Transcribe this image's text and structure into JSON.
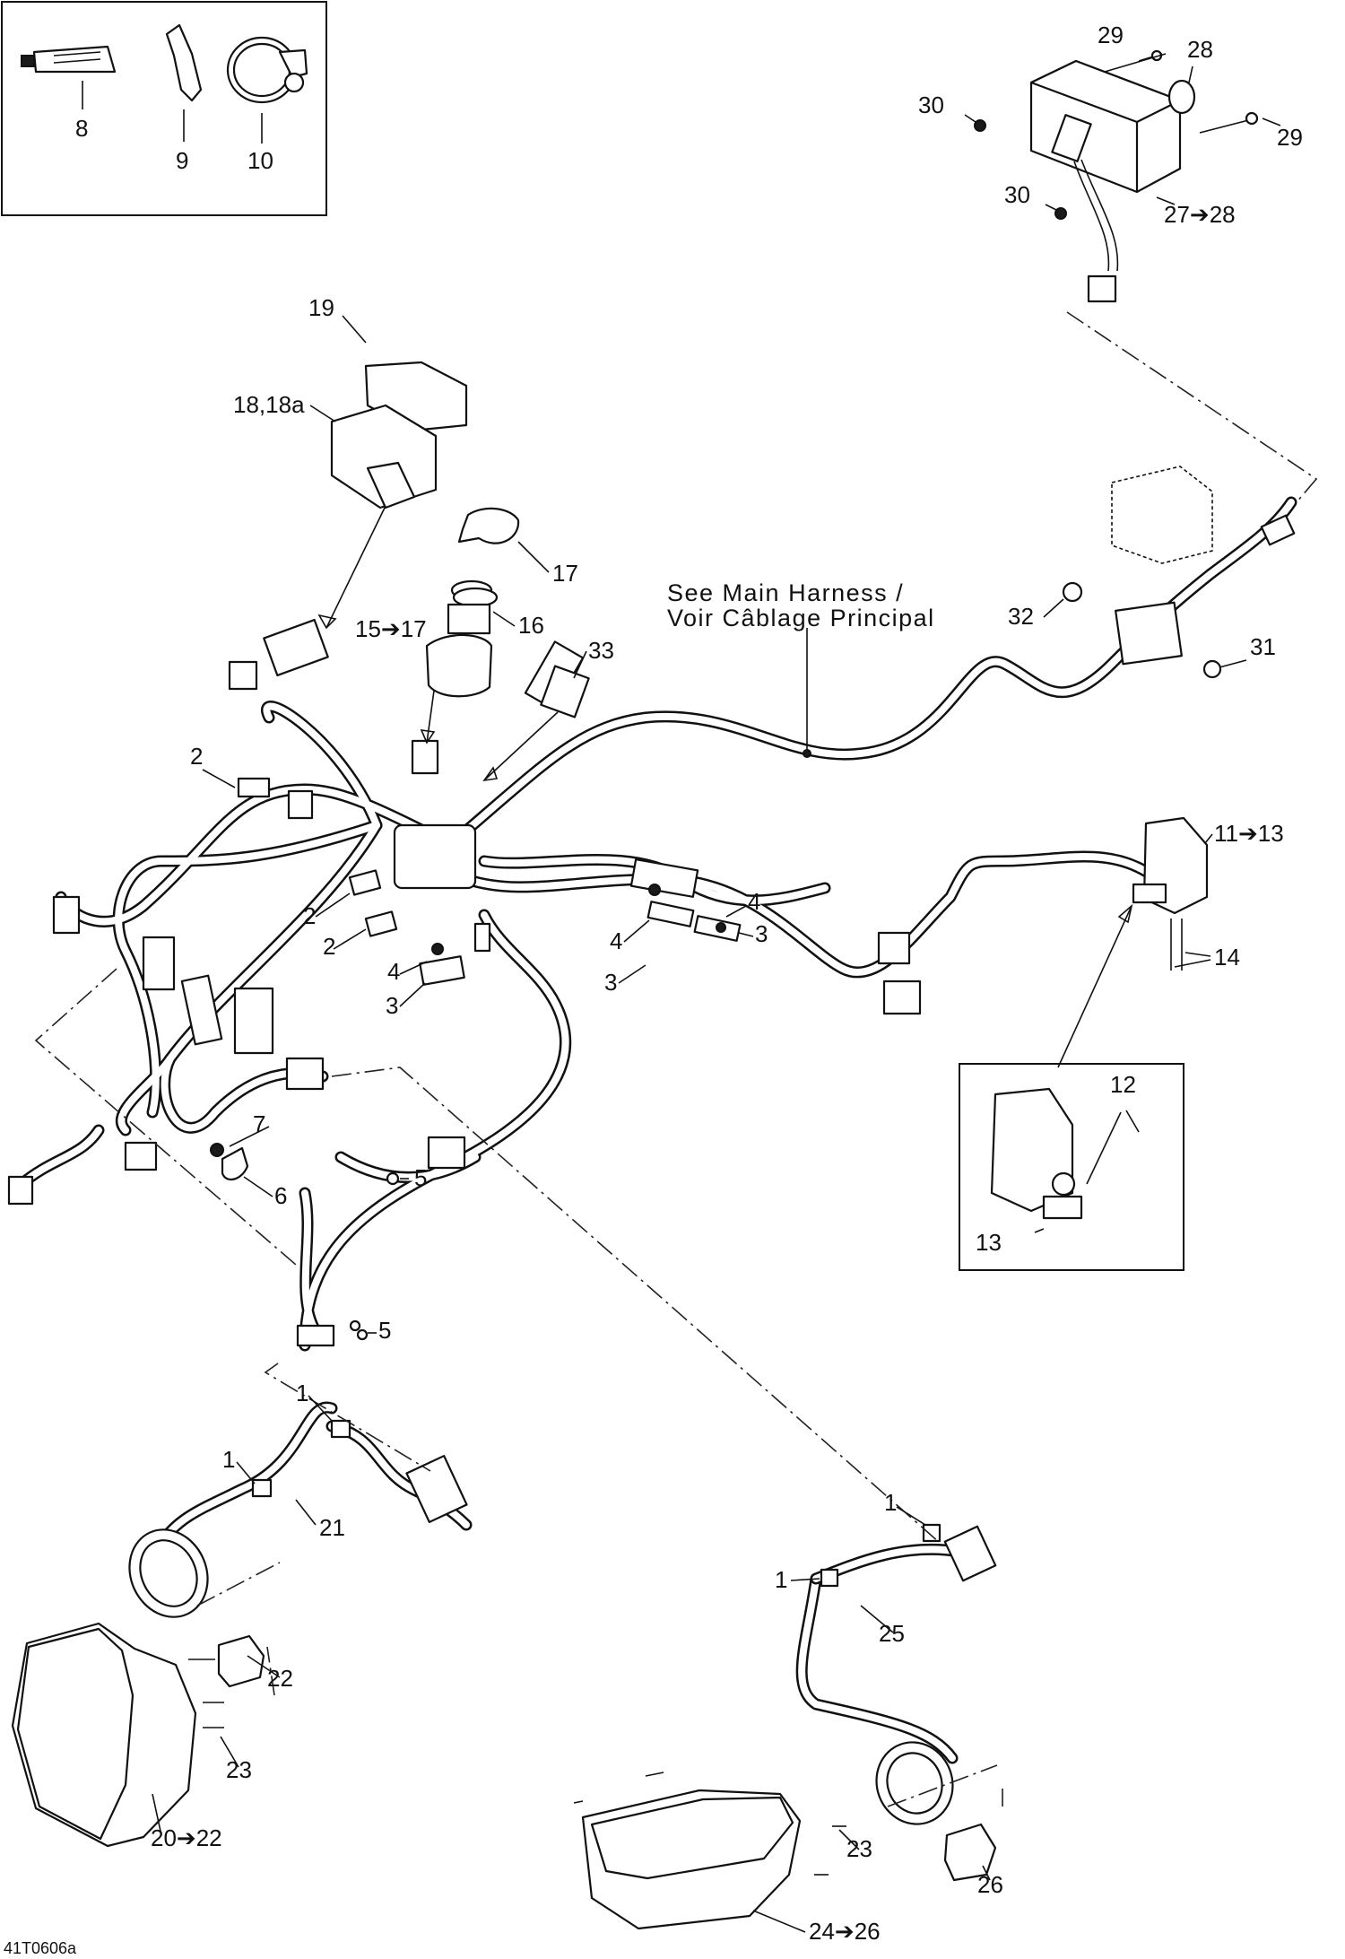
{
  "diagram": {
    "image_code": "41T0606a",
    "note": {
      "line1": "See Main Harness /",
      "line2": "Voir Câblage Principal"
    },
    "callouts": {
      "c1a": "1",
      "c1b": "1",
      "c1c": "1",
      "c1d": "1",
      "c2a": "2",
      "c2b": "2",
      "c2c": "2",
      "c3a": "3",
      "c3b": "3",
      "c3c": "3",
      "c4a": "4",
      "c4b": "4",
      "c4c": "4",
      "c5a": "5",
      "c5b": "5",
      "c6": "6",
      "c7": "7",
      "c8": "8",
      "c9": "9",
      "c10": "10",
      "c11": "11➔13",
      "c12": "12",
      "c13": "13",
      "c14": "14",
      "c15": "15➔17",
      "c16": "16",
      "c17": "17",
      "c18": "18,18a",
      "c19": "19",
      "c20": "20➔22",
      "c21": "21",
      "c22": "22",
      "c23a": "23",
      "c23b": "23",
      "c24": "24➔26",
      "c25": "25",
      "c26": "26",
      "c27": "27➔28",
      "c28": "28",
      "c29a": "29",
      "c29b": "29",
      "c30a": "30",
      "c30b": "30",
      "c31": "31",
      "c32": "32",
      "c33": "33"
    }
  }
}
